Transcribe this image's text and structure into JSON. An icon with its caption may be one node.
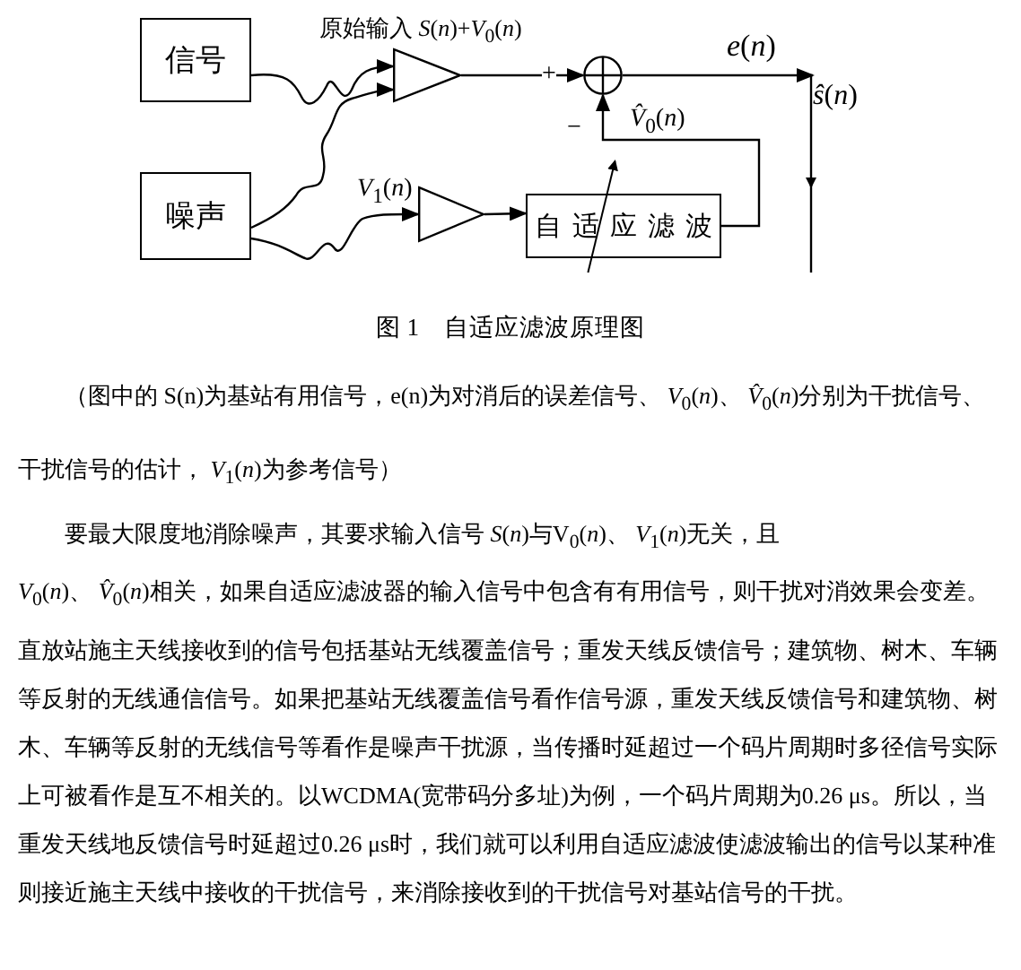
{
  "diagram": {
    "caption": "图 1　自适应滤波原理图",
    "nodes": [
      {
        "text": [
          "信号"
        ]
      },
      {
        "text": [
          "噪声"
        ]
      },
      {
        "text": [],
        "shape": "triangle",
        "beside": [
          "原始输入 *S*(*n*)+*V*$_{0}$(*n*)"
        ]
      },
      {
        "text": [],
        "shape": "triangle"
      },
      {
        "text": [],
        "shape": "circle",
        "beside": [
          "+",
          "−"
        ]
      },
      {
        "text": [
          "自适应滤波"
        ]
      },
      {
        "text": [
          "*ŝ*(*n*)"
        ]
      }
    ],
    "edges": [
      {
        "from": 0,
        "to": 2,
        "arrow": "to"
      },
      {
        "from": 1,
        "to": 2,
        "arrow": "to"
      },
      {
        "from": 1,
        "to": 3,
        "arrow": "to",
        "label": "*V*$_{1}$(*n*)"
      },
      {
        "from": 2,
        "to": 4,
        "arrow": "to"
      },
      {
        "from": 3,
        "to": 5,
        "arrow": "to"
      },
      {
        "from": 5,
        "to": 4,
        "arrow": "to",
        "label": "*V̂*$_{0}$(*n*)"
      },
      {
        "from": 4,
        "to": 6,
        "arrow": "to",
        "label": "*e*(*n*)"
      }
    ],
    "labels": [
      "（图中的 S(n)为基站有用信号，e(n)为对消后的误差信号、 *V*$_{0}$(*n*)、 *V̂*$_{0}$(*n*)分别为干扰信号、干扰信号的估计， *V*$_{1}$(*n*)为参考信号）",
      "要最大限度地消除噪声，其要求输入信号 *S*(*n*)与V$_{0}$(*n*)、 *V*$_{1}$(*n*)无关，且",
      "*V*$_{0}$(*n*)、 *V̂*$_{0}$(*n*)相关，如果自适应滤波器的输入信号中包含有有用信号，则干扰对消效果会变差。直放站施主天线接收到的信号包括基站无线覆盖信号；重发天线反馈信号；建筑物、树木、车辆等反射的无线通信信号。如果把基站无线覆盖信号看作信号源，重发天线反馈信号和建筑物、树木、车辆等反射的无线信号等看作是噪声干扰源，当传播时延超过一个码片周期时多径信号实际上可被看作是互不相关的。以WCDMA(宽带码分多址)为例，一个码片周期为0.26 μs。所以，当重发天线地反馈信号时延超过0.26 μs时，我们就可以利用自适应滤波使滤波输出的信号以某种准则接近施主天线中接收的干扰信号，来消除接收到的干扰信号对基站信号的干扰。"
    ]
  }
}
